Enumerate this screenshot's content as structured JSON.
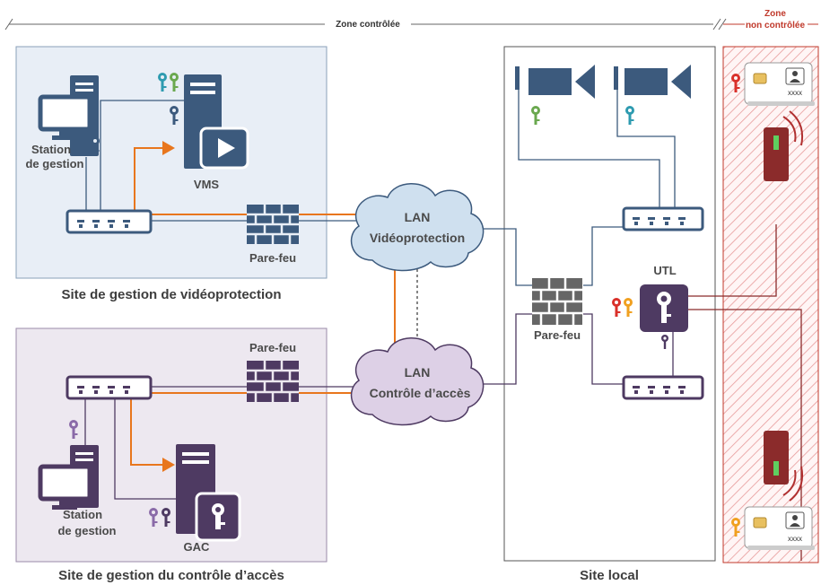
{
  "zones": {
    "controlled": "Zone contrôlée",
    "uncontrolled_line1": "Zone",
    "uncontrolled_line2": "non contrôlée"
  },
  "sites": {
    "video": "Site de gestion de vidéoprotection",
    "access": "Site de gestion du contrôle d’accès",
    "local": "Site local"
  },
  "labels": {
    "station_video_1": "Station",
    "station_video_2": "de gestion",
    "vms": "VMS",
    "firewall_video": "Pare-feu",
    "firewall_access": "Pare-feu",
    "firewall_local": "Pare-feu",
    "station_access_1": "Station",
    "station_access_2": "de gestion",
    "gac": "GAC",
    "utl": "UTL",
    "lan_video_1": "LAN",
    "lan_video_2": "Vidéoprotection",
    "lan_access_1": "LAN",
    "lan_access_2": "Contrôle d’accès",
    "badge_top": "xxxx",
    "badge_bottom": "xxxx"
  },
  "colors": {
    "video_blue": "#3c5a7d",
    "access_purple": "#4e3a62",
    "orange_flow": "#e8761d",
    "reader_red": "#8b2b2b",
    "key_red": "#d9302a",
    "key_orange": "#f0a020",
    "key_teal": "#2e9bb0",
    "key_green": "#6aa84f"
  }
}
